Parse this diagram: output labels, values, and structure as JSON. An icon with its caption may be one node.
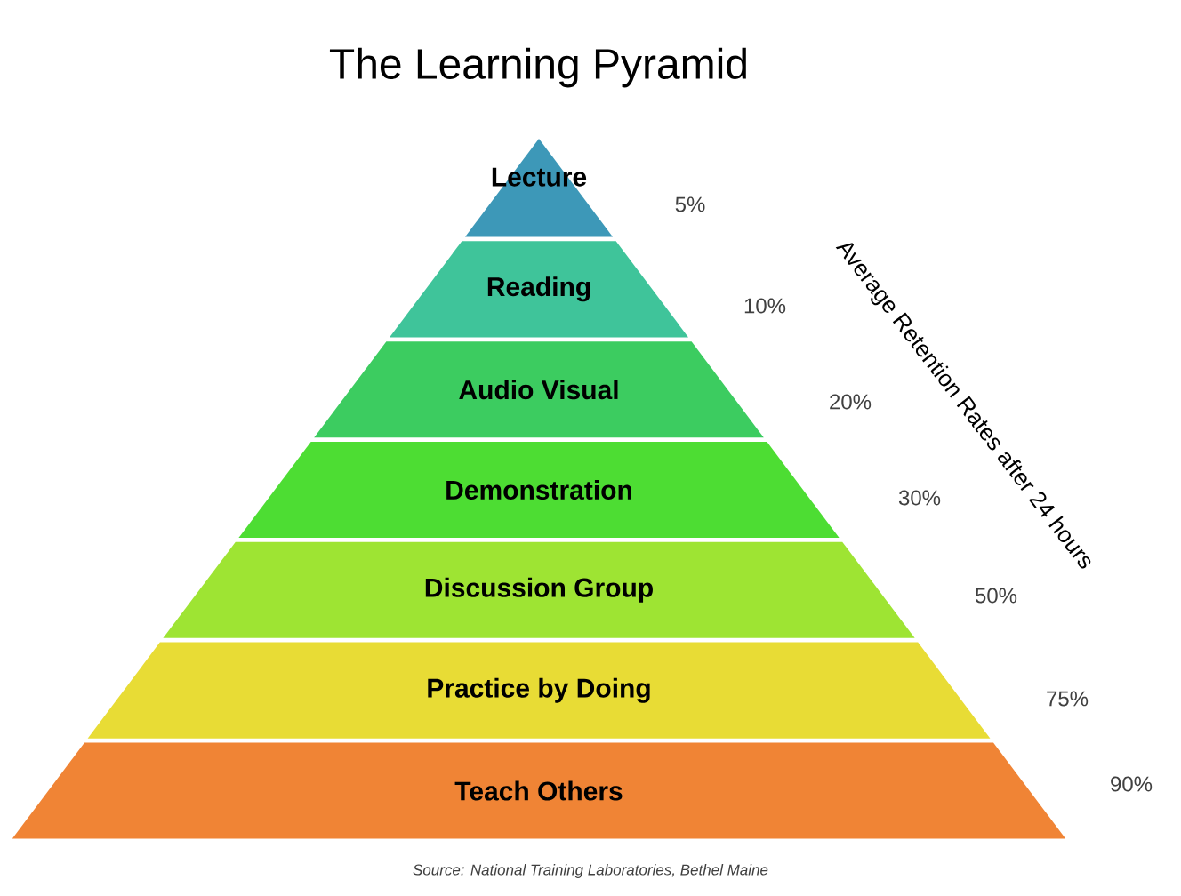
{
  "diagram": {
    "title": "The Learning Pyramid",
    "caption": "Source:  National Training Laboratories, Bethel Maine",
    "nodes": [
      {
        "text": [
          "Lecture"
        ]
      },
      {
        "text": [
          "Reading"
        ]
      },
      {
        "text": [
          "Audio Visual"
        ]
      },
      {
        "text": [
          "Demonstration"
        ]
      },
      {
        "text": [
          "Discussion Group"
        ]
      },
      {
        "text": [
          "Practice by Doing"
        ]
      },
      {
        "text": [
          "Teach Others"
        ]
      }
    ],
    "labels": [
      "5%",
      "Average Retention Rates after 24 hours",
      "10%",
      "20%",
      "30%",
      "50%",
      "75%",
      "90%"
    ]
  }
}
